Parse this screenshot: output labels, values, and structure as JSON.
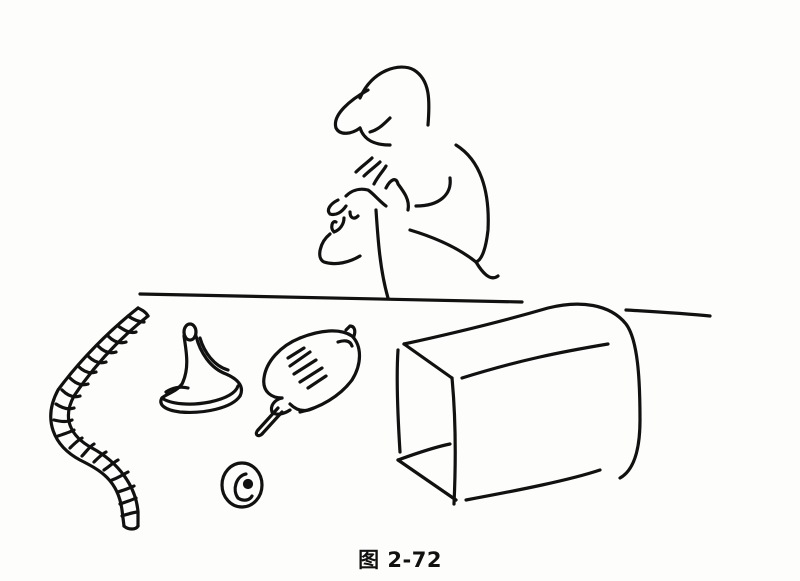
{
  "figure": {
    "caption": "图 2-72",
    "description": "Line drawing: a person at a table holding a small part, with disassembled pieces (flexible hose, funnel-shaped cap, motor unit, small round disc, rectangular housing) laid out on the table",
    "stroke_color": "#111111",
    "background_color": "#fdfdfb",
    "elements": [
      {
        "name": "person"
      },
      {
        "name": "table-edge"
      },
      {
        "name": "flexible-hose"
      },
      {
        "name": "funnel-cap"
      },
      {
        "name": "motor-unit"
      },
      {
        "name": "round-disc"
      },
      {
        "name": "box-housing"
      }
    ]
  }
}
